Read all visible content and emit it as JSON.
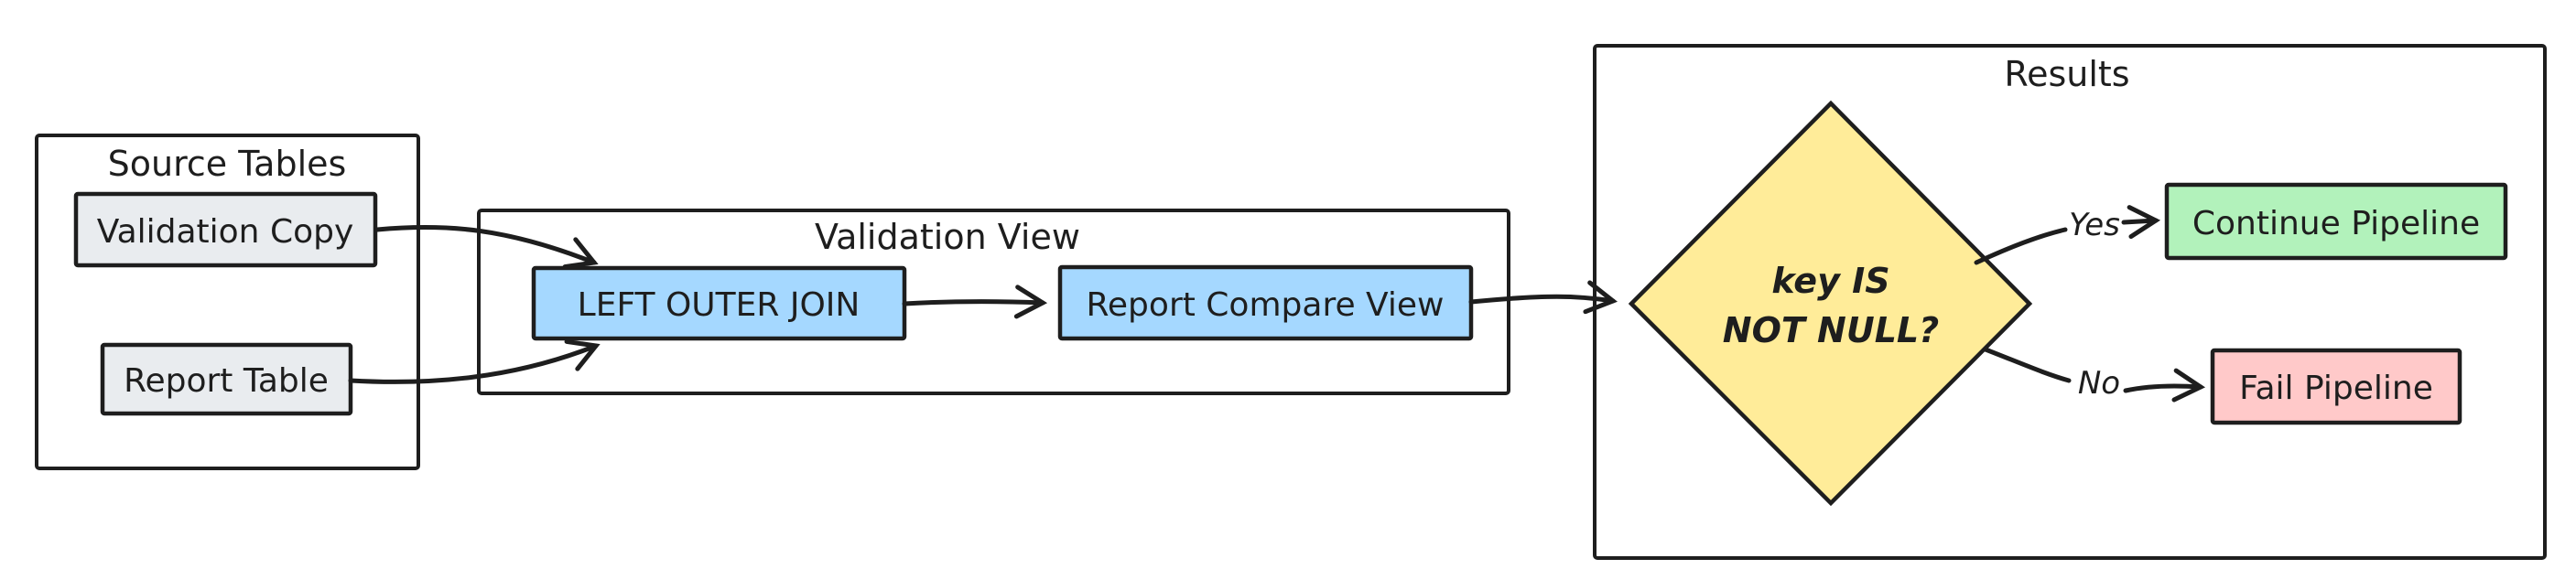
{
  "canvas": {
    "background": "#ffffff"
  },
  "colors": {
    "stroke": "#1e1e1e",
    "node_gray": "#e9ecef",
    "node_blue": "#a5d8ff",
    "node_yellow": "#ffec99",
    "node_green": "#b2f2bb",
    "node_red": "#ffc9c9",
    "background": "#ffffff"
  },
  "groups": {
    "source_tables": {
      "title": "Source Tables"
    },
    "validation_view": {
      "title": "Validation View"
    },
    "results": {
      "title": "Results"
    }
  },
  "nodes": {
    "validation_copy": {
      "label": "Validation Copy"
    },
    "report_table": {
      "label": "Report Table"
    },
    "left_outer_join": {
      "label": "LEFT OUTER JOIN"
    },
    "report_compare_view": {
      "label": "Report Compare View"
    },
    "decision": {
      "line1": "key IS",
      "line2": "NOT NULL?"
    },
    "continue_pipeline": {
      "label": "Continue Pipeline"
    },
    "fail_pipeline": {
      "label": "Fail Pipeline"
    }
  },
  "edge_labels": {
    "yes": "Yes",
    "no": "No"
  }
}
